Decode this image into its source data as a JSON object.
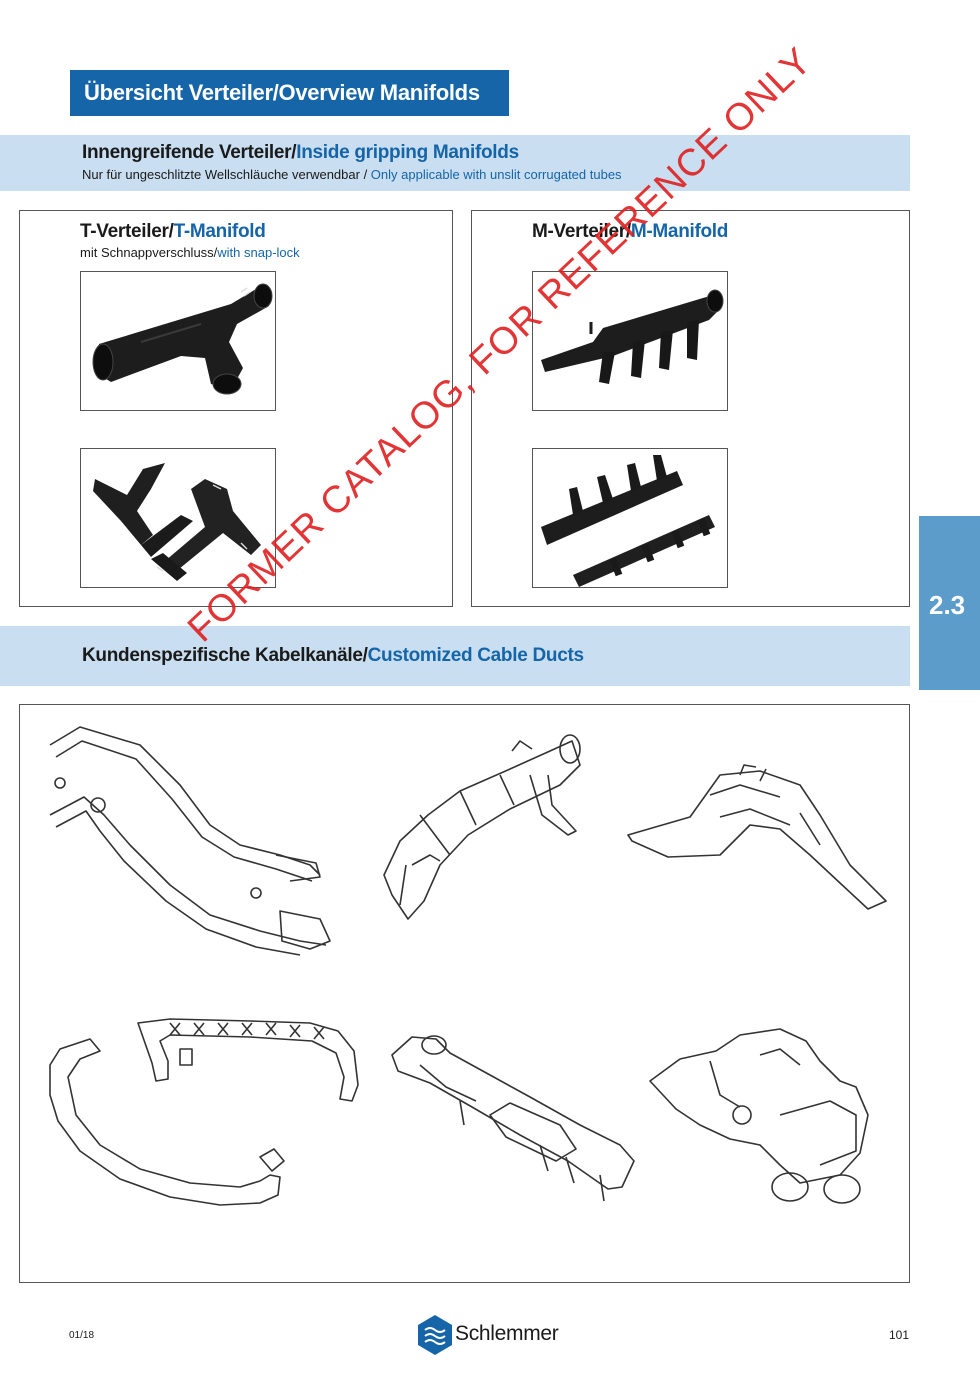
{
  "header": {
    "title": "Übersicht Verteiler/Overview Manifolds"
  },
  "section1": {
    "title_de": "Innengreifende Verteiler/",
    "title_en": "Inside gripping Manifolds",
    "sub_de": "Nur für ungeschlitzte Wellschläuche verwendbar / ",
    "sub_en": "Only applicable with unslit corrugated tubes"
  },
  "t_manifold": {
    "title_de": "T-Verteiler/",
    "title_en": "T-Manifold",
    "sub_de": "mit Schnappverschluss/",
    "sub_en": "with snap-lock"
  },
  "m_manifold": {
    "title_de": "M-Verteiler/",
    "title_en": "M-Manifold"
  },
  "section2": {
    "title_de": "Kundenspezifische Kabelkanäle/",
    "title_en": "Customized Cable Ducts"
  },
  "side_tab": {
    "label": "2.3"
  },
  "watermark": {
    "text": "FORMER CATALOG, FOR REFERENCE ONLY"
  },
  "footer": {
    "date": "01/18",
    "brand": "Schlemmer",
    "page": "101"
  },
  "colors": {
    "brand_blue": "#1565a8",
    "band": "#c9def0",
    "tab": "#5b9ccb",
    "watermark": "#e02020"
  }
}
